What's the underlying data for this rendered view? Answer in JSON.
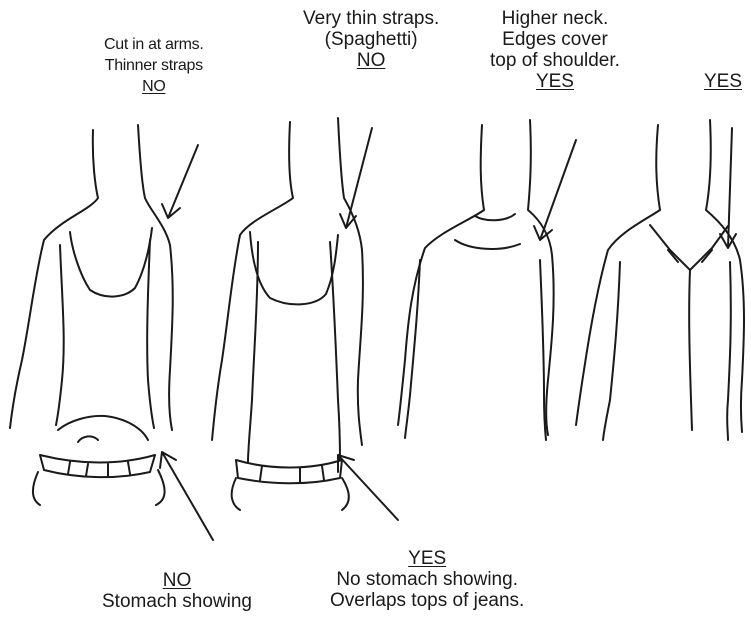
{
  "captions": {
    "top1": {
      "lines": [
        "Cut in at arms.",
        "Thinner straps"
      ],
      "verdict": "NO"
    },
    "top2": {
      "lines": [
        "Very thin straps.",
        "(Spaghetti)"
      ],
      "verdict": "NO"
    },
    "top3": {
      "lines": [
        "Higher neck.",
        "Edges cover",
        "top of shoulder."
      ],
      "verdict": "YES"
    },
    "top4": {
      "verdict": "YES"
    },
    "bottom1": {
      "verdict": "NO",
      "lines": [
        "Stomach showing"
      ]
    },
    "bottom2": {
      "verdict": "YES",
      "lines": [
        "No stomach showing.",
        "Overlaps tops of jeans."
      ]
    }
  },
  "ink_color": "#1a1a1a"
}
